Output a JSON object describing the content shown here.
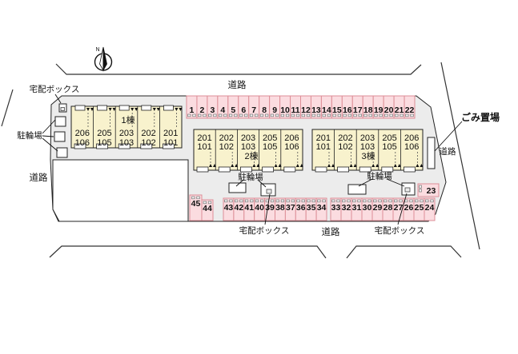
{
  "compass": {
    "north_label": "N"
  },
  "labels": {
    "road_top": "道路",
    "road_left": "道路",
    "road_right": "道路",
    "road_bottom": "道路",
    "garbage_area": "ごみ置場",
    "delivery_box_top_left": "宅配ボックス",
    "delivery_box_building2": "宅配ボックス",
    "delivery_box_building3": "宅配ボックス",
    "bicycle_parking_left": "駐輪場",
    "bicycle_parking_building2": "駐輪場",
    "bicycle_parking_building3": "駐輪場"
  },
  "buildings": [
    {
      "name": "1棟",
      "units": [
        [
          "206",
          "106"
        ],
        [
          "205",
          "105"
        ],
        [
          "203",
          "103"
        ],
        [
          "202",
          "102"
        ],
        [
          "201",
          "101"
        ]
      ]
    },
    {
      "name": "2棟",
      "units": [
        [
          "201",
          "101"
        ],
        [
          "202",
          "102"
        ],
        [
          "203",
          "103"
        ],
        [
          "205",
          "105"
        ],
        [
          "206",
          "106"
        ]
      ]
    },
    {
      "name": "3棟",
      "units": [
        [
          "201",
          "101"
        ],
        [
          "202",
          "102"
        ],
        [
          "203",
          "103"
        ],
        [
          "205",
          "105"
        ],
        [
          "206",
          "106"
        ]
      ]
    }
  ],
  "parking": {
    "top_row": [
      "1",
      "2",
      "3",
      "4",
      "5",
      "6",
      "7",
      "8",
      "9",
      "10",
      "11",
      "12",
      "13",
      "14",
      "15",
      "16",
      "17",
      "18",
      "19",
      "20",
      "21",
      "22"
    ],
    "row_building2": [
      "43",
      "42",
      "41",
      "40",
      "39",
      "38",
      "37",
      "36",
      "35",
      "34"
    ],
    "row_building3": [
      "33",
      "32",
      "31",
      "30",
      "29",
      "28",
      "27",
      "26",
      "25",
      "24"
    ],
    "pair_left": [
      "45",
      "44"
    ],
    "single_right": "23"
  },
  "colors": {
    "site_fill": "#ececec",
    "building_fill": "#f8f2cd",
    "parking_fill": "#fbdce0",
    "parking_border": "#dd8e97"
  }
}
